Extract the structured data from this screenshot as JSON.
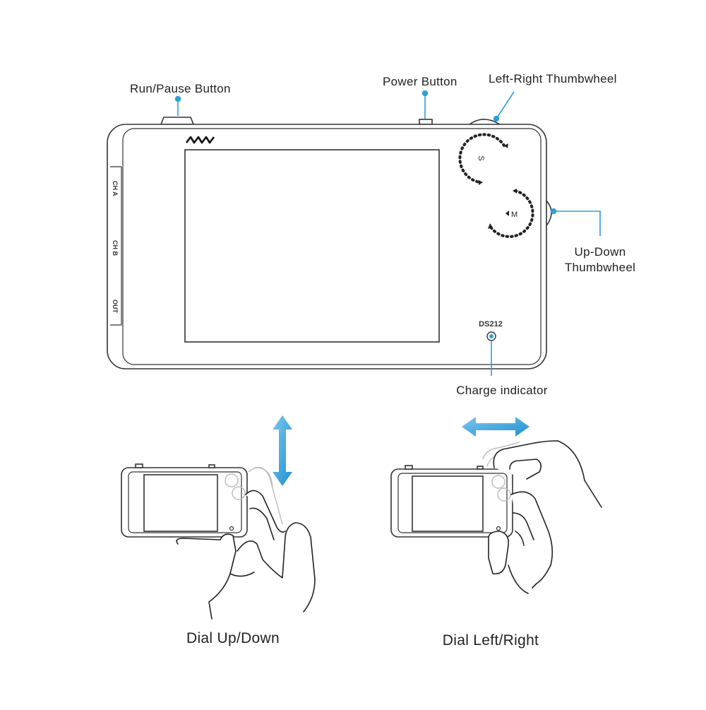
{
  "labels": {
    "run_pause": "Run/Pause Button",
    "power": "Power Button",
    "left_right_wheel": "Left-Right Thumbwheel",
    "up_down_wheel_line1": "Up-Down",
    "up_down_wheel_line2": "Thumbwheel",
    "charge": "Charge indicator"
  },
  "device": {
    "model": "DS212",
    "ports": [
      "CH A",
      "CH B",
      "OUT"
    ],
    "dial_s": "S",
    "dial_m": "M"
  },
  "captions": {
    "left": "Dial Up/Down",
    "right": "Dial Left/Right"
  },
  "colors": {
    "accent": "#2aa0d8",
    "line": "#333333"
  }
}
